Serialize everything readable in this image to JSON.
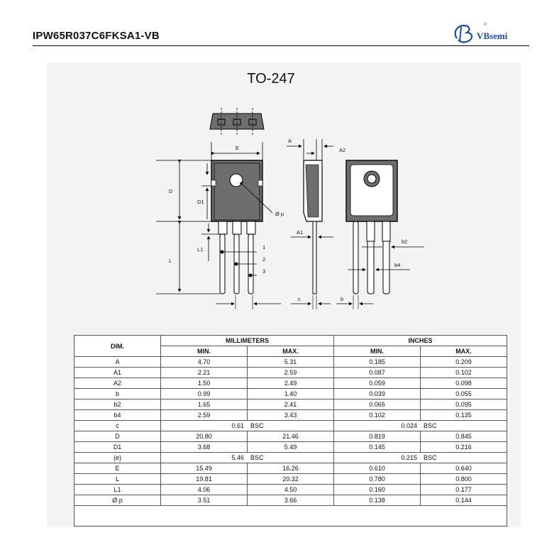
{
  "header": {
    "part_number": "IPW65R037C6FKSA1-VB",
    "brand": "VBsemi"
  },
  "package": {
    "title": "TO-247",
    "labels": {
      "E": "E",
      "A": "A",
      "A2": "A2",
      "D": "D",
      "D1": "D1",
      "phi_p": "Ø p",
      "A1": "A1",
      "L": "L",
      "L1": "L1",
      "pin1": "1",
      "pin2": "2",
      "pin3": "3",
      "b2": "b2",
      "b4": "b4",
      "c": "c",
      "b": "b"
    }
  },
  "table": {
    "dim_header": "DIM.",
    "mm_header": "MILLIMETERS",
    "in_header": "INCHES",
    "min_label": "MIN.",
    "max_label": "MAX.",
    "rows": [
      {
        "dim": "A",
        "mm_min": "4.70",
        "mm_max": "5.31",
        "in_min": "0.185",
        "in_max": "0.209"
      },
      {
        "dim": "A1",
        "mm_min": "2.21",
        "mm_max": "2.59",
        "in_min": "0.087",
        "in_max": "0.102"
      },
      {
        "dim": "A2",
        "mm_min": "1.50",
        "mm_max": "2.49",
        "in_min": "0.059",
        "in_max": "0.098"
      },
      {
        "dim": "b",
        "mm_min": "0.99",
        "mm_max": "1.40",
        "in_min": "0.039",
        "in_max": "0.055"
      },
      {
        "dim": "b2",
        "mm_min": "1.65",
        "mm_max": "2.41",
        "in_min": "0.065",
        "in_max": "0.095"
      },
      {
        "dim": "b4",
        "mm_min": "2.59",
        "mm_max": "3.43",
        "in_min": "0.102",
        "in_max": "0.135"
      },
      {
        "dim": "c",
        "mm_bsc_a": "0.61",
        "mm_bsc_b": "BSC",
        "in_bsc_a": "0.024",
        "in_bsc_b": "BSC"
      },
      {
        "dim": "D",
        "mm_min": "20.80",
        "mm_max": "21.46",
        "in_min": "0.819",
        "in_max": "0.845"
      },
      {
        "dim": "D1",
        "mm_min": "3.68",
        "mm_max": "5.49",
        "in_min": "0.145",
        "in_max": "0.216"
      },
      {
        "dim": "(e)",
        "mm_bsc_a": "5.46",
        "mm_bsc_b": "BSC",
        "in_bsc_a": "0.215",
        "in_bsc_b": "BSC"
      },
      {
        "dim": "E",
        "mm_min": "15.49",
        "mm_max": "16.26",
        "in_min": "0.610",
        "in_max": "0.640"
      },
      {
        "dim": "L",
        "mm_min": "19.81",
        "mm_max": "20.32",
        "in_min": "0.780",
        "in_max": "0.800"
      },
      {
        "dim": "L1",
        "mm_min": "4.06",
        "mm_max": "4.50",
        "in_min": "0.160",
        "in_max": "0.177"
      },
      {
        "dim": "Ø p",
        "mm_min": "3.51",
        "mm_max": "3.66",
        "in_min": "0.138",
        "in_max": "0.144"
      }
    ]
  },
  "colors": {
    "logo_blue": "#1f4e96",
    "panel_bg": "#f4f4f4",
    "package_fill": "#6e6e6e"
  }
}
